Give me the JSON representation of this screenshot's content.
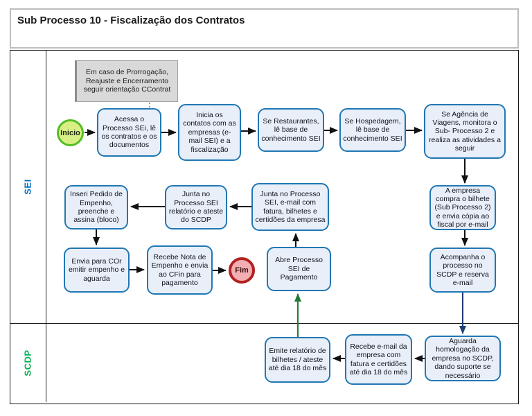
{
  "title": "Sub Processo 10 - Fiscalização dos Contratos",
  "lanes": [
    {
      "label": "SEI",
      "color": "#0070C0"
    },
    {
      "label": "SCDP",
      "color": "#00B050"
    }
  ],
  "note": {
    "text": "Em caso de Prorrogação, Reajuste e Encerramento seguir orientação CContrat"
  },
  "start": {
    "label": "Inicio"
  },
  "end": {
    "label": "Fim"
  },
  "nodes": [
    {
      "name": "acessa-processo",
      "text": "Acessa o Processo SEi, lê os contratos e os documentos"
    },
    {
      "name": "inicia-contatos",
      "text": "Inicia os contatos com as empresas (e-mail SEI) e a fiscalização"
    },
    {
      "name": "se-restaurantes",
      "text": "Se Restaurantes, lê base de conhecimento SEI"
    },
    {
      "name": "se-hospedagem",
      "text": "Se Hospedagem, lê base de conhecimento SEI"
    },
    {
      "name": "se-agencia-viagens",
      "text": "Se Agência de Viagens, monitora o Sub- Processo 2 e realiza as atividades a seguir"
    },
    {
      "name": "inseri-pedido",
      "text": "Inseri Pedido de Empenho, preenche e assina (bloco)"
    },
    {
      "name": "junta-relatorio",
      "text": "Junta no Processo SEI relatório e ateste do SCDP"
    },
    {
      "name": "junta-email-fatura",
      "text": "Junta no Processo SEI, e-mail com fatura, bilhetes e certidões da empresa"
    },
    {
      "name": "empresa-compra",
      "text": "A empresa compra o bilhete (Sub Processo 2) e envia cópia ao fiscal por e-mail"
    },
    {
      "name": "envia-cor",
      "text": "Envia para COr emitir empenho e aguarda"
    },
    {
      "name": "recebe-nota",
      "text": "Recebe Nota de Empenho e envia ao CFin para pagamento"
    },
    {
      "name": "abre-processo",
      "text": "Abre Processo SEI de Pagamento"
    },
    {
      "name": "acompanha-processo",
      "text": "Acompanha o processo no SCDP e reserva e-mail"
    },
    {
      "name": "emite-relatorio",
      "text": "Emite relatório de bilhetes / ateste até dia 18 do mês"
    },
    {
      "name": "recebe-email",
      "text": "Recebe e-mail da empresa com fatura e certidões até dia 18 do mês"
    },
    {
      "name": "aguarda-homologacao",
      "text": "Aguarda homologação da empresa no SCDP, dando suporte se necessário"
    }
  ],
  "colors": {
    "box_fill": "#E9EFF9",
    "box_border": "#2077B4",
    "start_fill": "#D9EE84",
    "start_border": "#54BE23",
    "end_fill": "#F2AEB2",
    "end_border": "#B22222",
    "note_fill": "#D9D9D9",
    "lane_sei_label": "#0070C0",
    "lane_scdp_label": "#00B050",
    "connector_black": "#111111",
    "connector_blue": "#1F3D7A",
    "connector_green": "#1E7B34"
  }
}
